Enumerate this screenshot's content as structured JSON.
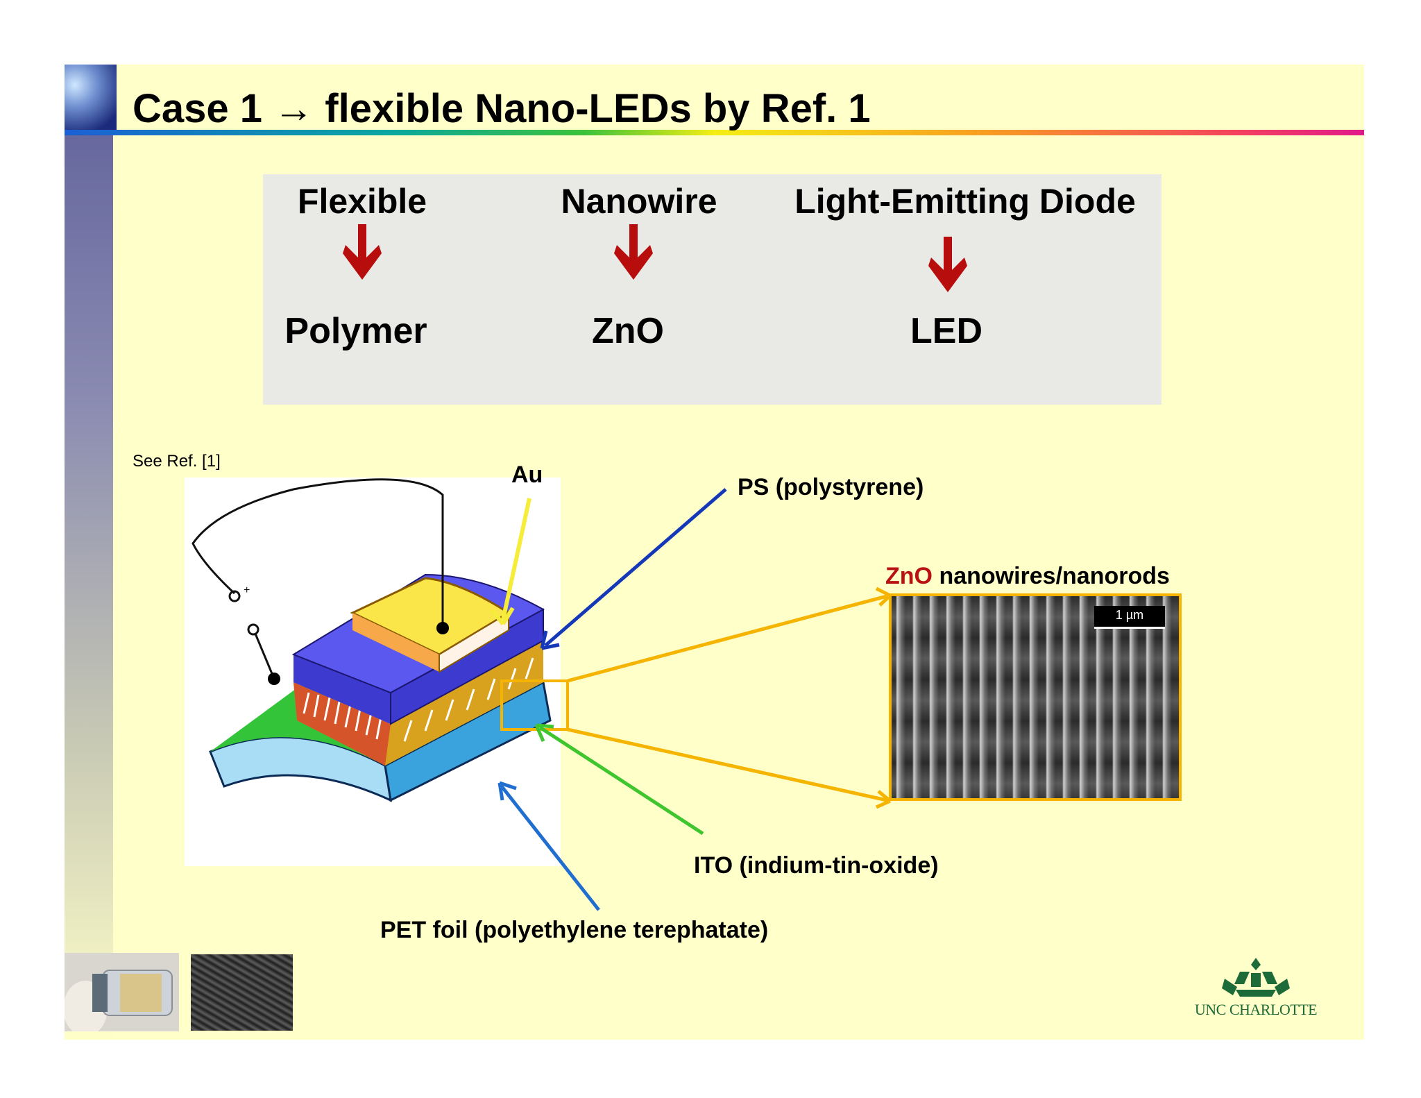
{
  "slide": {
    "title": "Case 1 → flexible Nano-LEDs by Ref. 1",
    "concept_table": {
      "columns": [
        {
          "term": "Flexible",
          "result": "Polymer"
        },
        {
          "term": "Nanowire",
          "result": "ZnO"
        },
        {
          "term": "Light-Emitting Diode",
          "result": "LED"
        }
      ]
    },
    "reference_note": "See Ref. [1]",
    "callouts": {
      "au": "Au",
      "ps": "PS (polystyrene)",
      "zno_prefix": "ZnO",
      "zno_rest": "nanowires/nanorods",
      "ito": "ITO (indium-tin-oxide)",
      "pet": "PET foil (polyethylene terephatate)"
    },
    "sem_scale_label": "1 µm",
    "logo_text": "UNC CHARLOTTE",
    "colors": {
      "background": "#ffffc9",
      "concept_box": "#e9e9e6",
      "arrow_red": "#b80d0d",
      "au_arrow": "#f6ec3a",
      "ps_arrow": "#1538b8",
      "zno_arrow": "#f5b400",
      "ito_arrow": "#3fc62f",
      "pet_arrow": "#1f6ed0",
      "zno_word": "#b81212",
      "logo_green": "#1e6b3a"
    }
  }
}
